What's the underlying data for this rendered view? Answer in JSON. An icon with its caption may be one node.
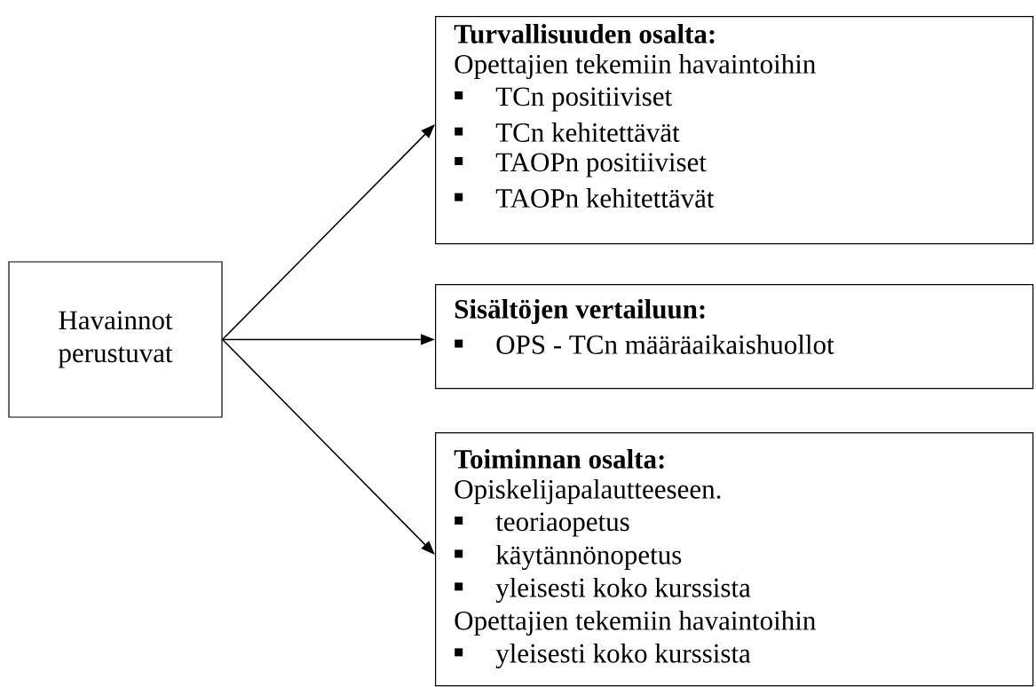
{
  "diagram": {
    "nodes": [
      {
        "text": [
          "Havainnot perustuvat"
        ]
      },
      {
        "text": [
          "Turvallisuuden osalta:",
          "Opettajien tekemiin havaintoihin",
          "TCn positiiviset",
          "TCn kehitettävät",
          "TAOPn positiiviset",
          "TAOPn kehitettävät"
        ]
      },
      {
        "text": [
          "Sisältöjen vertailuun:",
          "OPS - TCn määräaikaishuollot"
        ]
      },
      {
        "text": [
          "Toiminnan osalta:",
          "Opiskelijapalautteeseen.",
          "teoriaopetus",
          "käytännönopetus",
          "yleisesti koko kurssista",
          "Opettajien tekemiin havaintoihin",
          "yleisesti koko kurssista"
        ]
      }
    ],
    "edges": [
      {
        "from": 0,
        "to": 1,
        "arrow": "to"
      },
      {
        "from": 0,
        "to": 2,
        "arrow": "to"
      },
      {
        "from": 0,
        "to": 3,
        "arrow": "to"
      }
    ]
  }
}
